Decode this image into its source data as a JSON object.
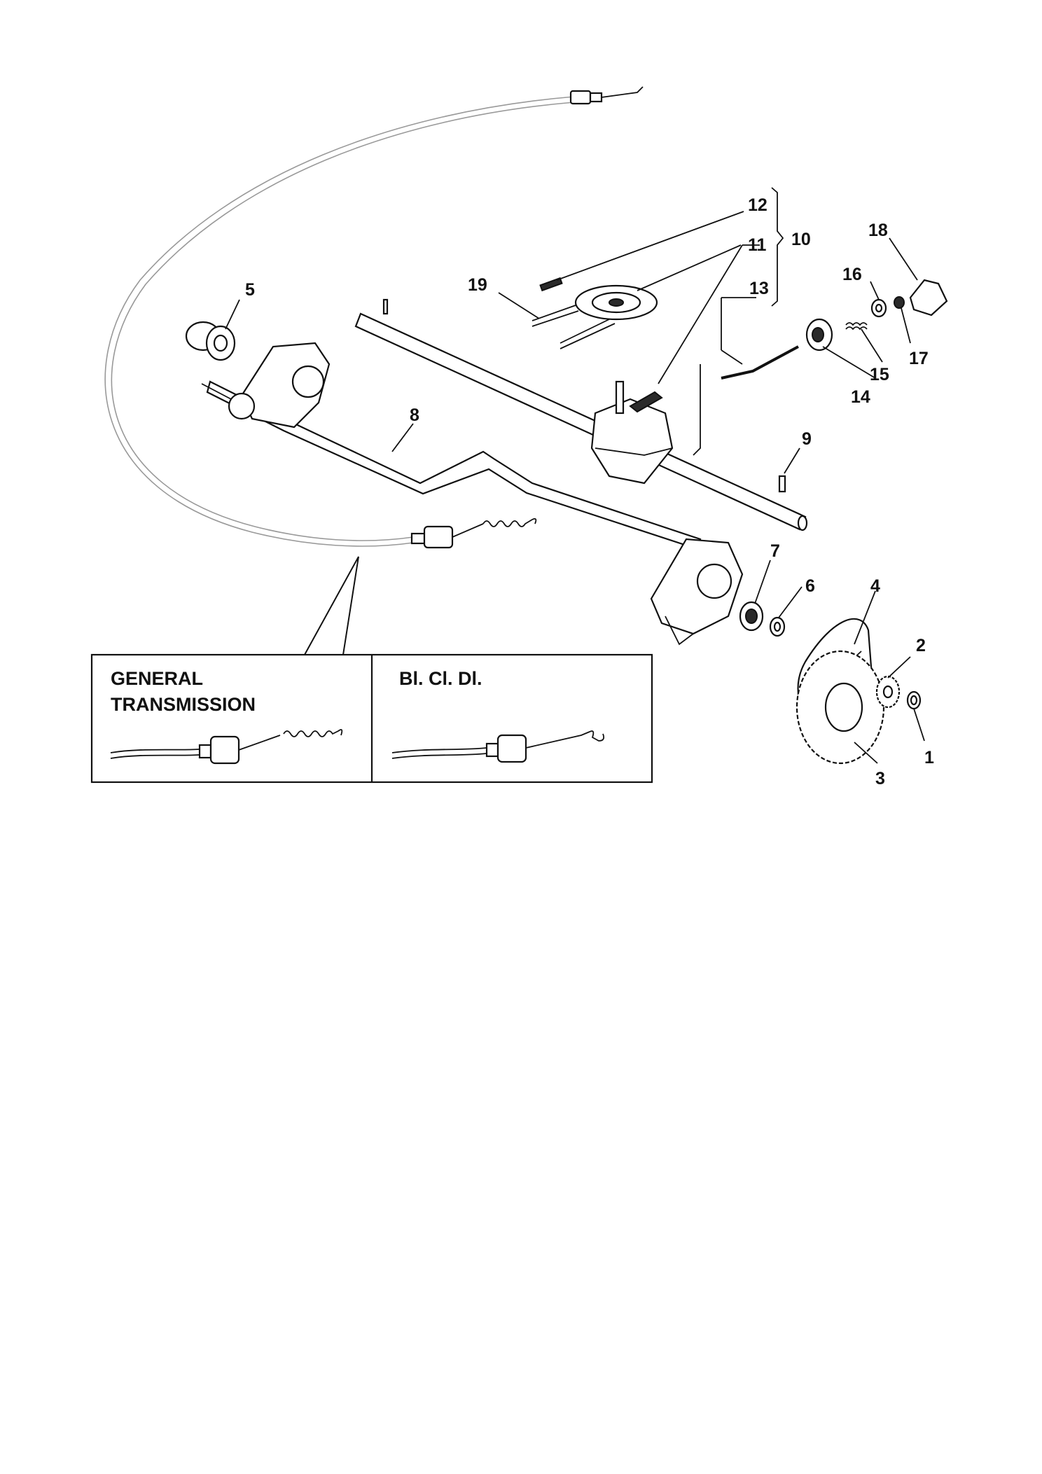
{
  "callouts": {
    "c1": "1",
    "c2": "2",
    "c3": "3",
    "c4": "4",
    "c5": "5",
    "c6": "6",
    "c7": "7",
    "c8": "8",
    "c9": "9",
    "c10": "10",
    "c11": "11",
    "c12": "12",
    "c13": "13",
    "c14": "14",
    "c15": "15",
    "c16": "16",
    "c17": "17",
    "c18": "18",
    "c19": "19"
  },
  "variants": {
    "left_title_line1": "GENERAL",
    "left_title_line2": "TRANSMISSION",
    "right_title": "Bl. Cl. Dl."
  }
}
